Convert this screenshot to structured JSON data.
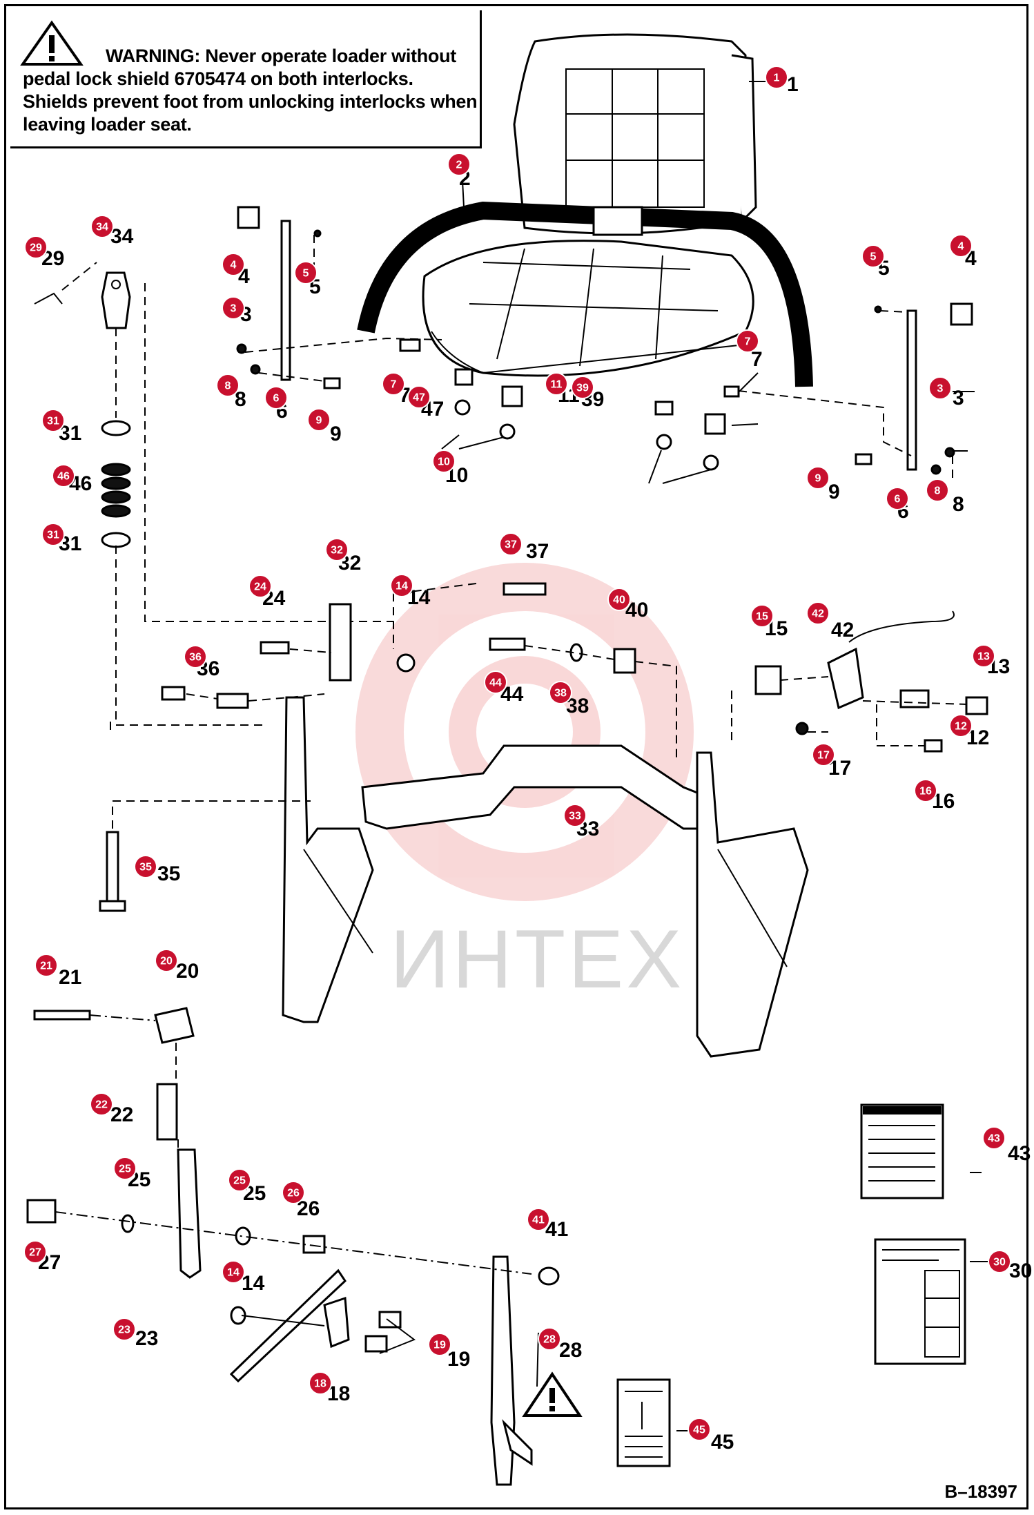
{
  "warning": {
    "label": "WARNING:",
    "text": "Never operate loader without pedal lock shield 6705474 on both interlocks. Shields prevent foot from unlocking interlocks when leaving loader seat."
  },
  "document_id": "B–18397",
  "watermark": "ИНТЕХ",
  "colors": {
    "callout": "#c8102e",
    "watermark": "#f0a0a0"
  },
  "callouts": [
    "1",
    "2",
    "34",
    "29",
    "4",
    "5",
    "3",
    "8",
    "6",
    "9",
    "7",
    "47",
    "11",
    "39",
    "10",
    "5",
    "4",
    "7",
    "3",
    "9",
    "6",
    "8",
    "31",
    "46",
    "31",
    "32",
    "37",
    "24",
    "14",
    "40",
    "15",
    "42",
    "13",
    "36",
    "44",
    "38",
    "12",
    "17",
    "16",
    "33",
    "35",
    "21",
    "20",
    "22",
    "25",
    "25",
    "26",
    "27",
    "41",
    "14",
    "23",
    "19",
    "18",
    "28",
    "43",
    "30",
    "45"
  ],
  "labels": [
    "1",
    "2",
    "34",
    "29",
    "4",
    "5",
    "3",
    "8",
    "6",
    "9",
    "7",
    "47",
    "11",
    "39",
    "10",
    "5",
    "4",
    "7",
    "3",
    "9",
    "6",
    "8",
    "31",
    "46",
    "31",
    "32",
    "37",
    "24",
    "14",
    "40",
    "15",
    "42",
    "13",
    "36",
    "44",
    "38",
    "12",
    "17",
    "16",
    "33",
    "35",
    "21",
    "20",
    "22",
    "25",
    "25",
    "26",
    "27",
    "41",
    "14",
    "23",
    "19",
    "18",
    "28",
    "43",
    "30",
    "45"
  ]
}
